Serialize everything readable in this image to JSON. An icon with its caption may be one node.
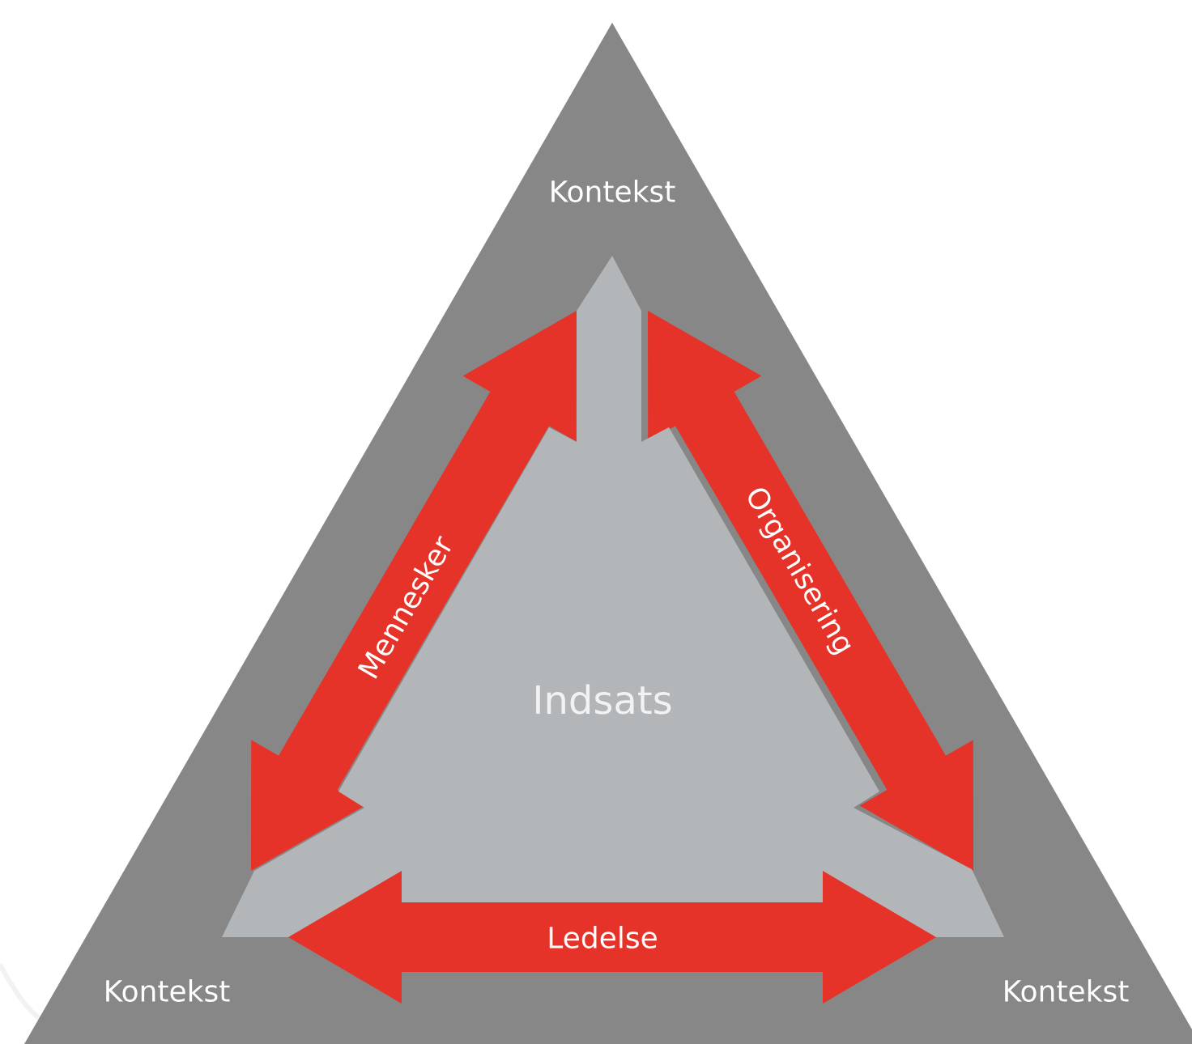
{
  "diagram": {
    "nodes": [
      {
        "text": [],
        "shape": "triangle"
      },
      {
        "text": [
          "Kontekst"
        ],
        "in": 0
      },
      {
        "text": [
          "Mennesker"
        ],
        "in": 0
      },
      {
        "text": [
          "Organisering"
        ],
        "in": 0
      },
      {
        "text": [
          "Indsats"
        ],
        "in": 0
      },
      {
        "text": [
          "Ledelse"
        ],
        "in": 0
      },
      {
        "text": [
          "Kontekst"
        ],
        "in": 0
      },
      {
        "text": [
          "Kontekst"
        ],
        "in": 0
      }
    ]
  }
}
